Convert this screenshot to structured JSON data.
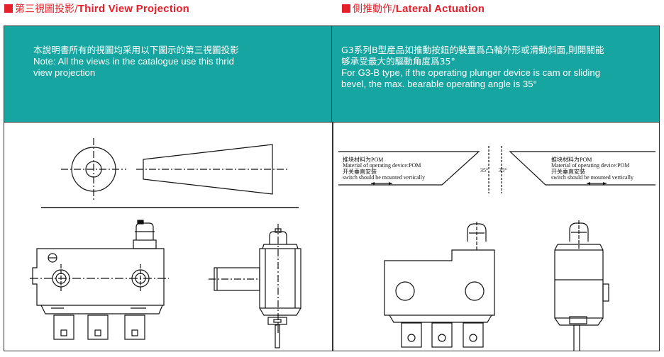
{
  "headings": {
    "left": {
      "zh": "第三視圖投影/",
      "en": " Third View Projection"
    },
    "right": {
      "zh": "側推動作/",
      "en": " Lateral Actuation"
    }
  },
  "left_panel": {
    "zh": "本說明書所有的視圖均采用以下圖示的第三視圖投影",
    "en_line1": "Note: All the views in the catalogue use this thrid",
    "en_line2": "view projection"
  },
  "right_panel": {
    "zh_line1": "G3系列B型産品如推動按鈕的裝置爲凸輪外形或滑動斜面,則開關能",
    "zh_line2": "够承受最大的驅動角度爲35°",
    "en_line1": "For G3-B type, if the operating plunger device is cam or sliding",
    "en_line2": "bevel, the max. bearable operating angle is 35°"
  },
  "annotations": {
    "left_box": {
      "line1": "推块材料为POM",
      "line2": "Material of operating device:POM",
      "line3": "开关垂直安装",
      "line4": "switch should be mounted vertically"
    },
    "right_box": {
      "line1": "推块材料为POM",
      "line2": "Material of operating device:POM",
      "line3": "开关垂直安装",
      "line4": "switch should be mounted vertically"
    },
    "angle_left": "35°",
    "angle_right": "35°"
  }
}
